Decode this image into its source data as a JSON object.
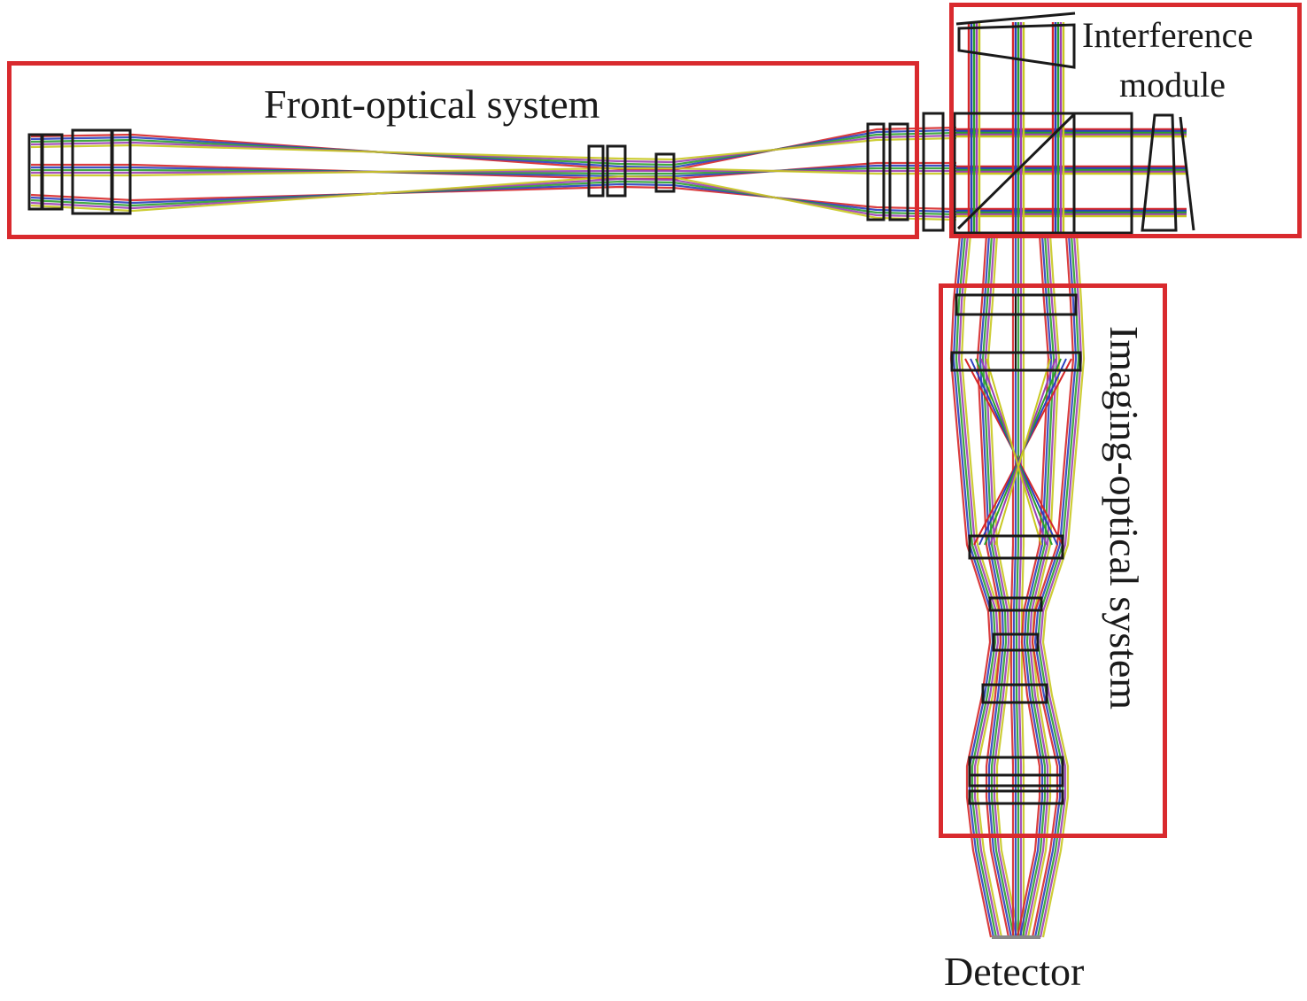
{
  "figure": {
    "type": "optical system layout (ray trace)",
    "modules": [
      {
        "id": "front",
        "label": "Front-optical system"
      },
      {
        "id": "interference",
        "label_line1": "Interference",
        "label_line2": "module"
      },
      {
        "id": "imaging",
        "label": "Imaging-optical system"
      }
    ],
    "detector_label": "Detector",
    "colors": {
      "box": "#d92a2e",
      "lens": "#1a1a1a",
      "rays": [
        "#d62728",
        "#2a3fbf",
        "#2ca02c",
        "#9b3fb5",
        "#c8c820"
      ]
    }
  }
}
